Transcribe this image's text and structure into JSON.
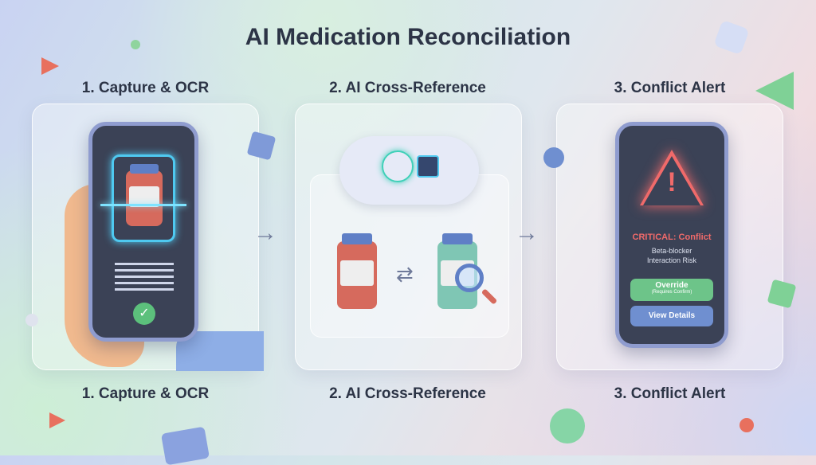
{
  "title": "AI Medication Reconciliation",
  "steps": [
    {
      "label": "1. Capture & OCR"
    },
    {
      "label": "2. AI Cross-Reference"
    },
    {
      "label": "3. Conflict Alert"
    }
  ],
  "alert": {
    "heading": "CRITICAL: Conflict",
    "line1": "Beta-blocker",
    "line2": "Interaction Risk",
    "override_label": "Override",
    "override_sub": "(Requires Confirm)",
    "details_label": "View Details"
  },
  "colors": {
    "alert_red": "#f06a6a",
    "override_green": "#6dc489",
    "details_blue": "#6f8fd0"
  }
}
